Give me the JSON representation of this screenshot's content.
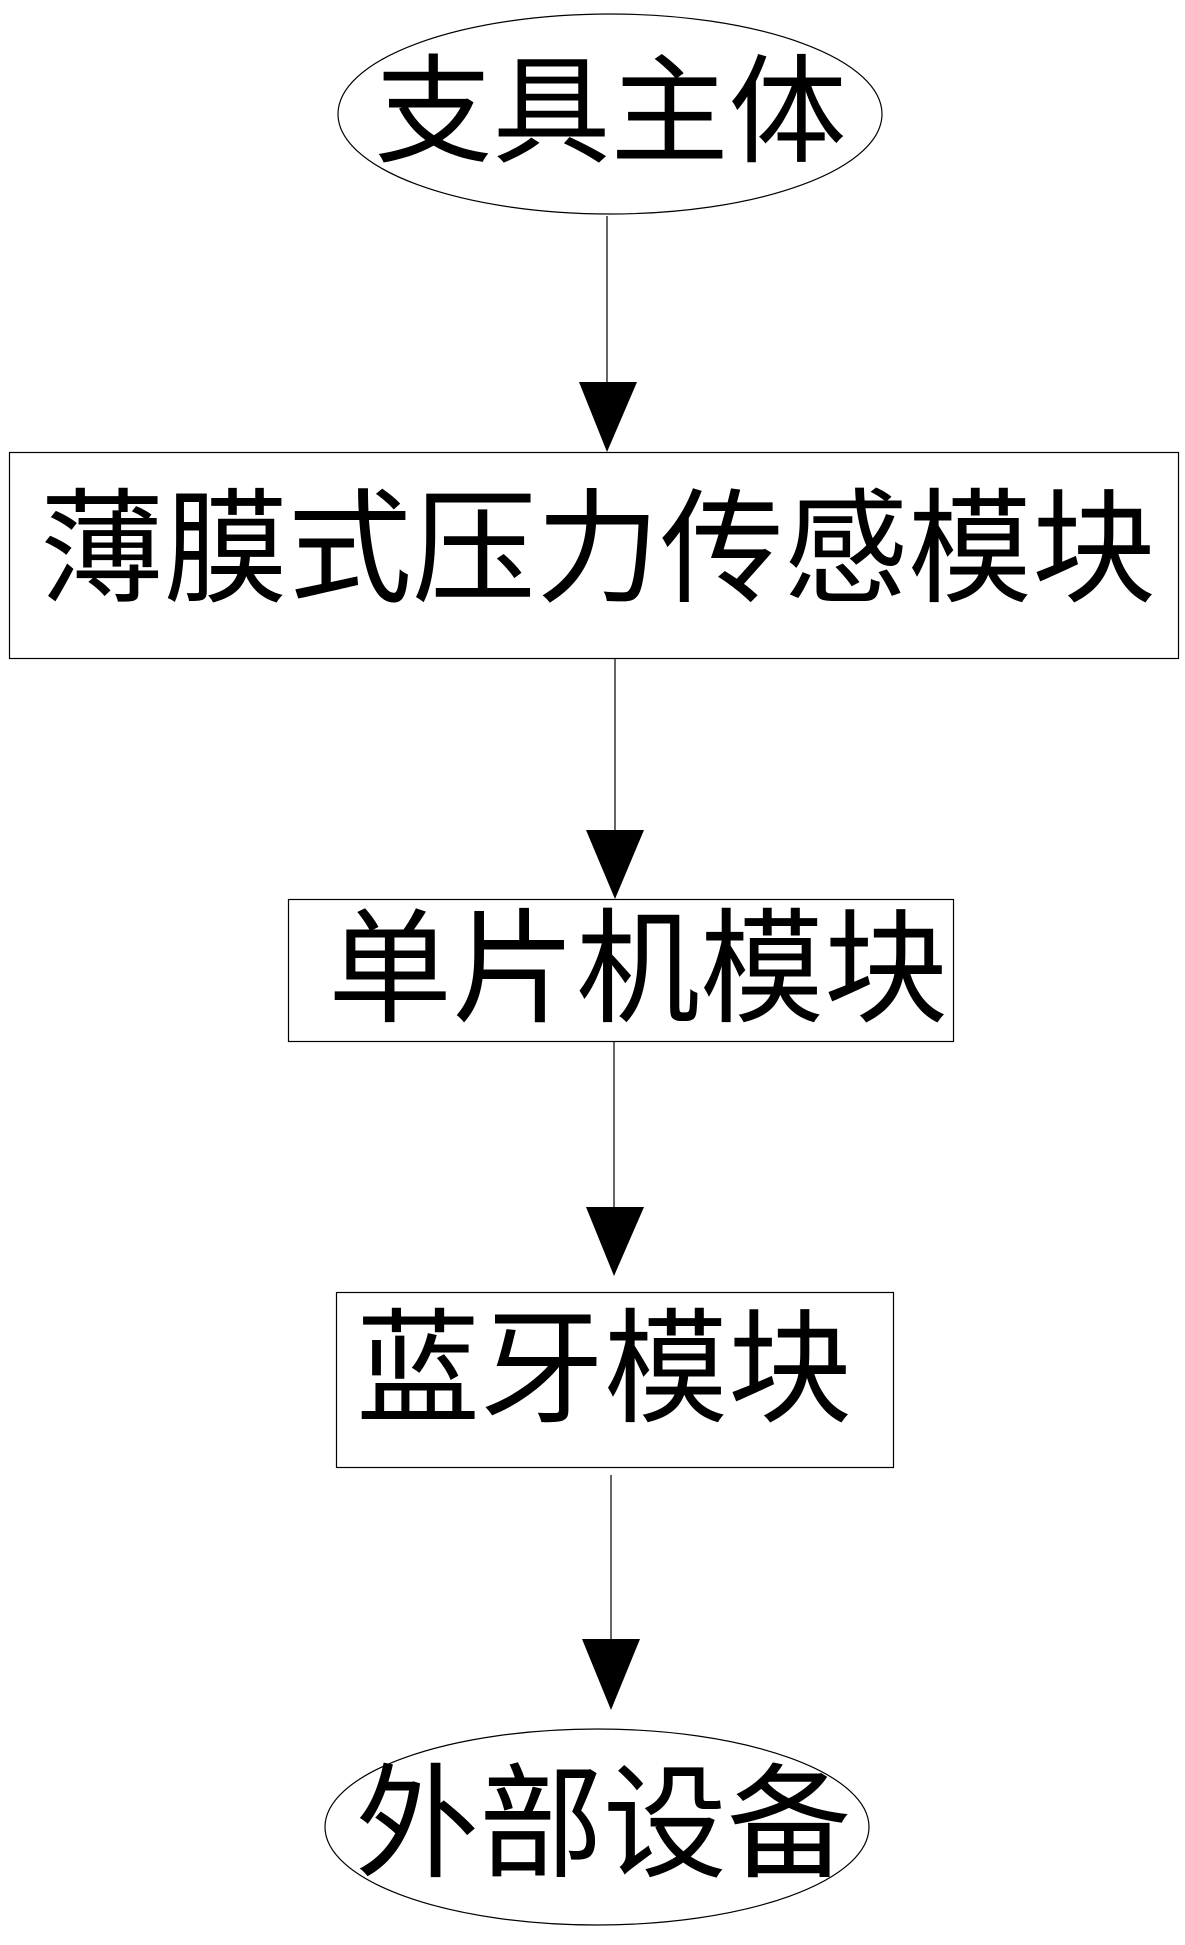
{
  "diagram": {
    "type": "flowchart",
    "nodes": [
      {
        "id": "brace_body",
        "shape": "ellipse",
        "label": "支具主体"
      },
      {
        "id": "film_sensor",
        "shape": "rect",
        "label": "薄膜式压力传感模块"
      },
      {
        "id": "mcu",
        "shape": "rect",
        "label": "单片机模块"
      },
      {
        "id": "bluetooth",
        "shape": "rect",
        "label": "蓝牙模块"
      },
      {
        "id": "external",
        "shape": "ellipse",
        "label": "外部设备"
      }
    ],
    "edges": [
      {
        "from": "brace_body",
        "to": "film_sensor"
      },
      {
        "from": "film_sensor",
        "to": "mcu"
      },
      {
        "from": "mcu",
        "to": "bluetooth"
      },
      {
        "from": "bluetooth",
        "to": "external"
      }
    ],
    "colors": {
      "stroke": "#000000",
      "background": "#ffffff"
    }
  }
}
